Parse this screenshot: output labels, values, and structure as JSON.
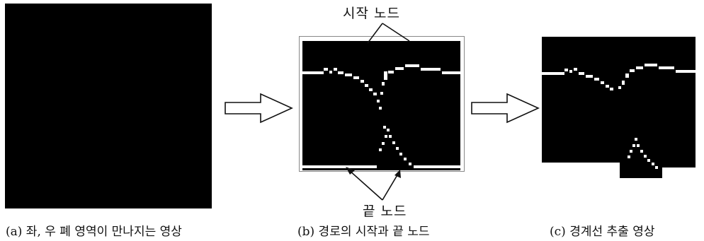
{
  "captions": {
    "a": "(a) 좌, 우 폐 영역이 만나지는 영상",
    "b": "(b) 경로의 시작과 끝 노드",
    "c": "(c) 경계선 추출 영상"
  },
  "labels": {
    "start_node": "시작 노드",
    "end_node": "끝 노드"
  },
  "colors": {
    "image_background": "#000000",
    "boundary_pixels": "#ffffff"
  }
}
